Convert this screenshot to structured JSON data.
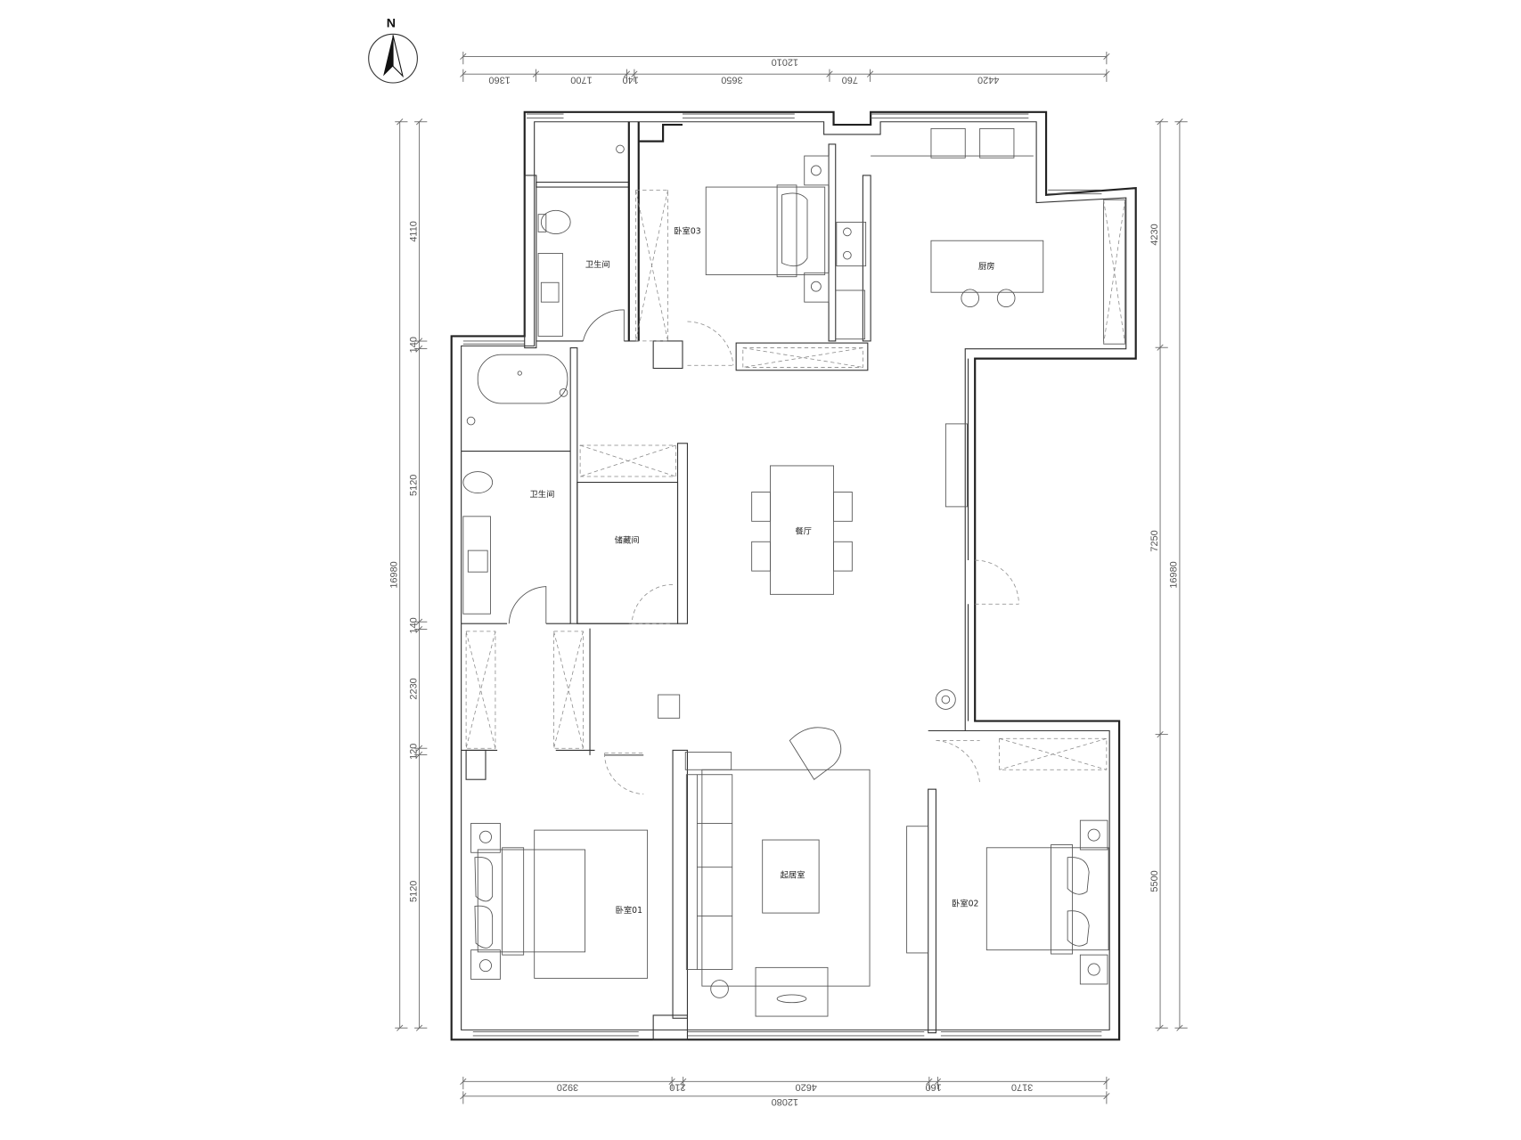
{
  "compass": {
    "label": "N"
  },
  "rooms": {
    "bathroom_north": "卫生间",
    "bedroom_03": "卧室03",
    "kitchen": "厨房",
    "bathroom_west": "卫生间",
    "storage": "储藏间",
    "dining": "餐厅",
    "living": "起居室",
    "bedroom_01": "卧室01",
    "bedroom_02": "卧室02"
  },
  "dimensions": {
    "top": {
      "total": 12010,
      "segments": [
        1360,
        1700,
        140,
        3650,
        760,
        4420
      ]
    },
    "bottom": {
      "total": 12080,
      "segments": [
        3920,
        210,
        4620,
        160,
        3170
      ]
    },
    "left": {
      "total": 16980,
      "segments": [
        4110,
        140,
        5120,
        140,
        2230,
        120,
        5120
      ]
    },
    "right": {
      "total": 16980,
      "segments": [
        4230,
        7250,
        5500
      ]
    }
  }
}
